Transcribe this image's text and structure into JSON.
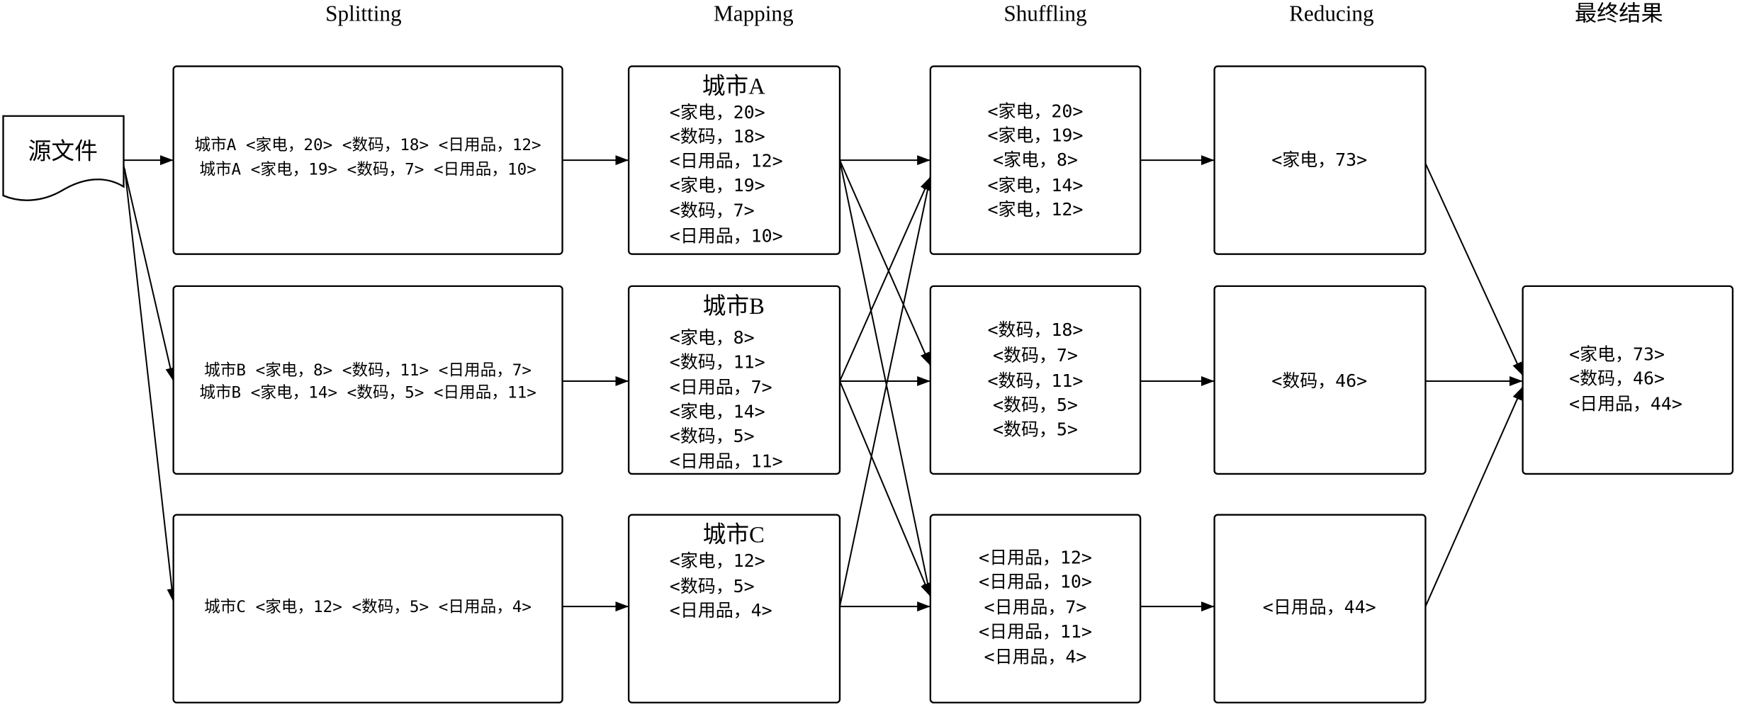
{
  "stages": {
    "splitting": "Splitting",
    "mapping": "Mapping",
    "shuffling": "Shuffling",
    "reducing": "Reducing",
    "result": "最终结果"
  },
  "source": "源文件",
  "splitting": [
    [
      "城市A <家电，20> <数码，18> <日用品，12>",
      "城市A <家电，19> <数码，7> <日用品，10>"
    ],
    [
      "城市B <家电，8> <数码，11> <日用品，7>",
      "城市B <家电，14> <数码，5> <日用品，11>"
    ],
    [
      "城市C <家电，12> <数码，5> <日用品，4>"
    ]
  ],
  "mapping": [
    {
      "title": "城市A",
      "pairs": [
        "<家电，20>",
        "<数码，18>",
        "<日用品，12>",
        "<家电，19>",
        "<数码，7>",
        "<日用品，10>"
      ]
    },
    {
      "title": "城市B",
      "pairs": [
        "<家电，8>",
        "<数码，11>",
        "<日用品，7>",
        "<家电，14>",
        "<数码，5>",
        "<日用品，11>"
      ]
    },
    {
      "title": "城市C",
      "pairs": [
        "<家电，12>",
        "<数码，5>",
        "<日用品，4>"
      ]
    }
  ],
  "shuffling": [
    [
      "<家电，20>",
      "<家电，19>",
      "<家电，8>",
      "<家电，14>",
      "<家电，12>"
    ],
    [
      "<数码，18>",
      "<数码，7>",
      "<数码，11>",
      "<数码，5>",
      "<数码，5>"
    ],
    [
      "<日用品，12>",
      "<日用品，10>",
      "<日用品，7>",
      "<日用品，11>",
      "<日用品，4>"
    ]
  ],
  "reducing": [
    "<家电，73>",
    "<数码，46>",
    "<日用品，44>"
  ],
  "result": [
    "<家电，73>",
    "<数码，46>",
    "<日用品，44>"
  ]
}
